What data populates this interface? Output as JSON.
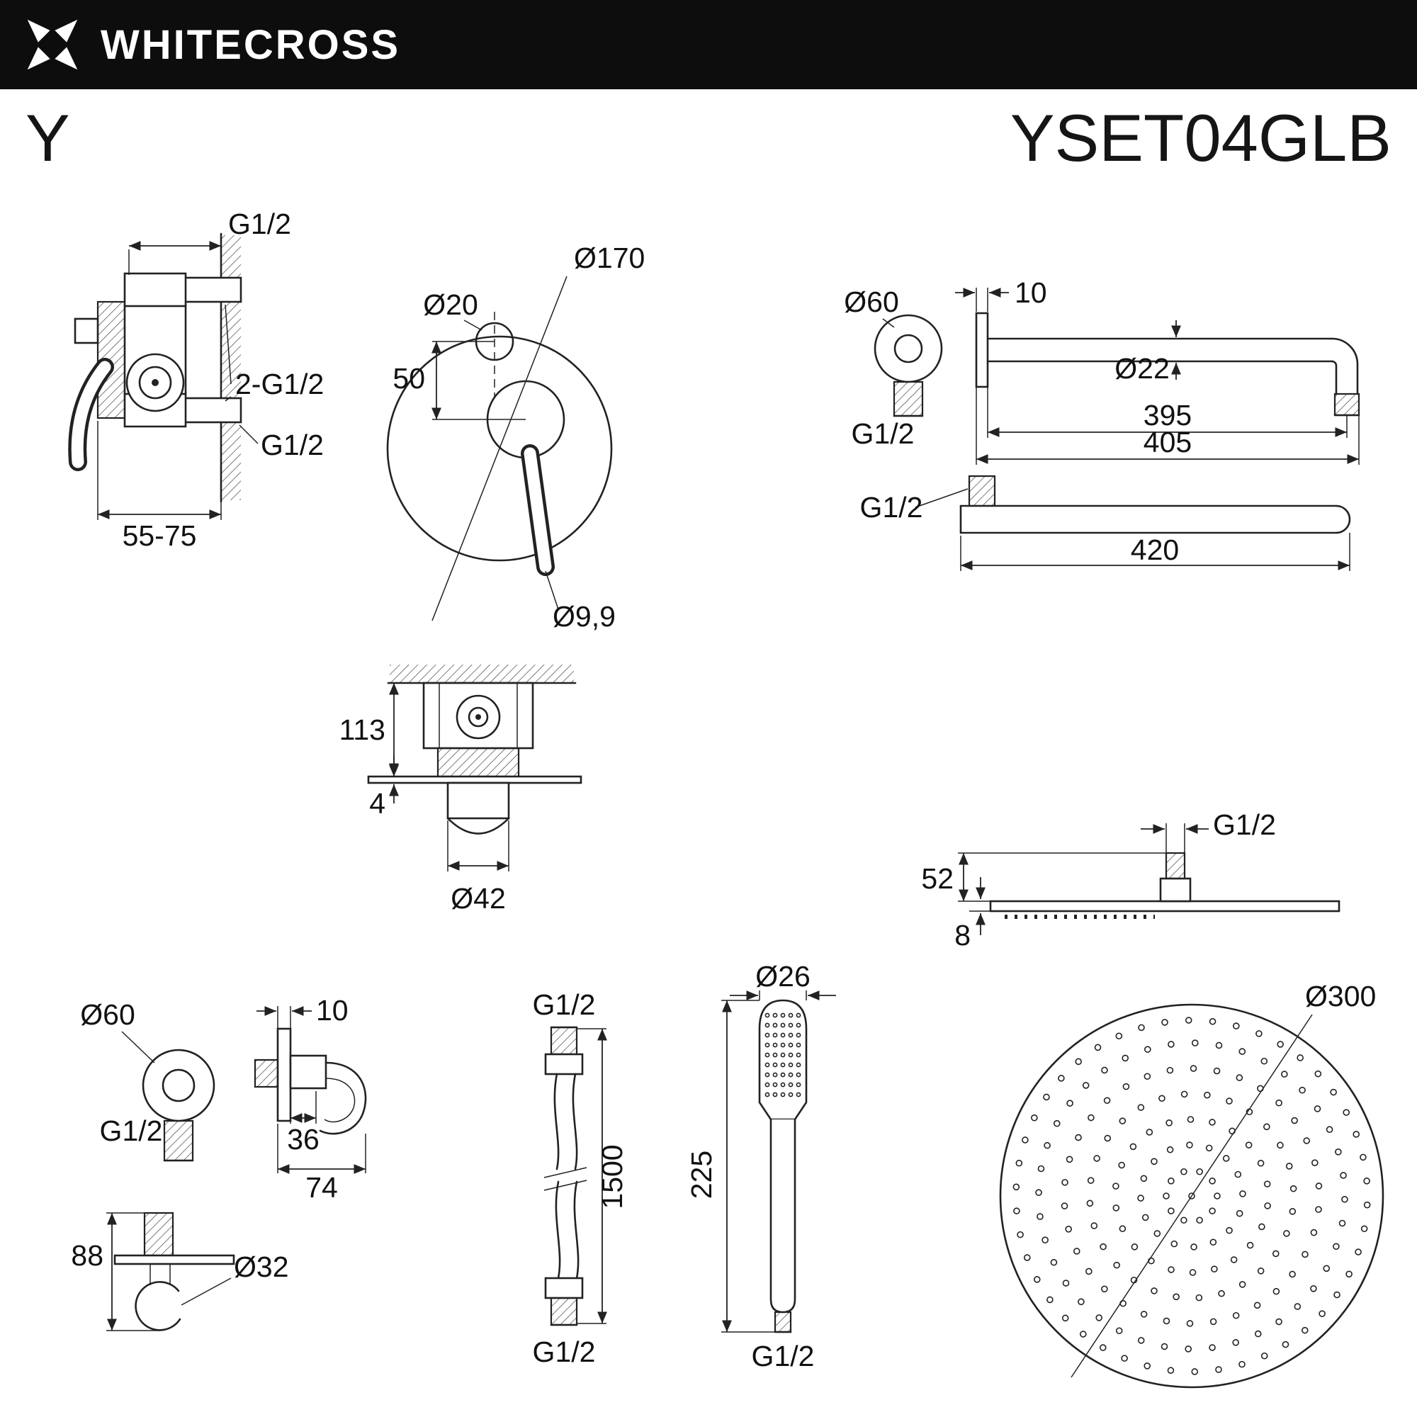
{
  "header": {
    "brand": "WHITECROSS",
    "logo_icon": "whitecross-x-logo"
  },
  "title": {
    "series": "Y",
    "model": "YSET04GLB"
  },
  "colors": {
    "header_bg": "#0d0d0d",
    "line": "#222222",
    "background": "#ffffff"
  },
  "drawings": {
    "mixer_side": {
      "thread_top": "G1/2",
      "threads_outlets": "2-G1/2",
      "thread_bottom": "G1/2",
      "mounting_depth": "55-75"
    },
    "mixer_front": {
      "plate_diameter": "Ø170",
      "diverter_diameter": "Ø20",
      "center_distance": "50",
      "lever_diameter": "Ø9,9"
    },
    "arm_bent": {
      "flange_diameter": "Ø60",
      "flange_thickness": "10",
      "thread": "G1/2",
      "tube_diameter": "Ø22",
      "length_to_drop": "395",
      "length_overall": "405"
    },
    "arm_straight": {
      "thread": "G1/2",
      "length": "420"
    },
    "mixer_section": {
      "body_height": "113",
      "plate_thickness": "4",
      "trim_diameter": "Ø42"
    },
    "head_side": {
      "thread": "G1/2",
      "connector_height": "52",
      "plate_thickness": "8"
    },
    "head_front": {
      "diameter": "Ø300"
    },
    "outlet_elbow": {
      "flange_diameter": "Ø60",
      "thread": "G1/2",
      "flange_thickness": "10",
      "holder_width": "36",
      "holder_depth": "74",
      "body_height": "88",
      "holder_diameter": "Ø32"
    },
    "hose": {
      "thread_top": "G1/2",
      "length": "1500",
      "thread_bottom": "G1/2"
    },
    "handshower": {
      "head_diameter": "Ø26",
      "body_length": "225",
      "thread": "G1/2"
    }
  }
}
